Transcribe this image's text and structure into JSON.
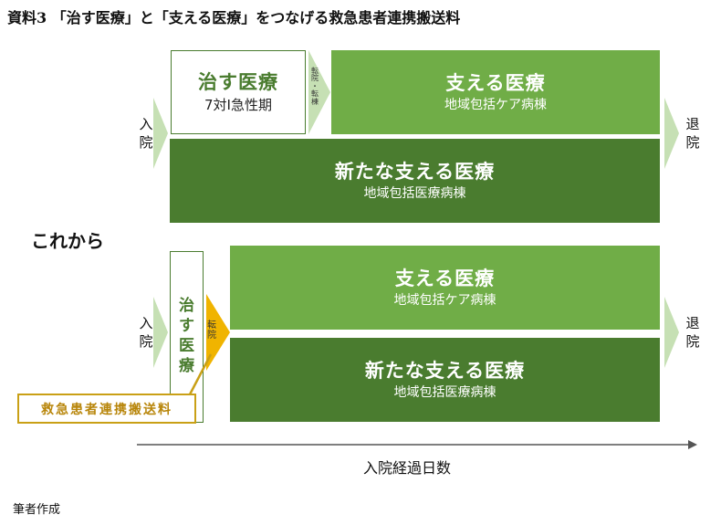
{
  "title": "資料3 「治す医療」と「支える医療」をつなげる救急患者連携搬送料",
  "colors": {
    "light_green": "#70ad47",
    "dark_green": "#4a7c2f",
    "arrow_green": "#c6e0b4",
    "gold": "#c9a016"
  },
  "top": {
    "admission_chars": [
      "入",
      "院"
    ],
    "discharge_chars": [
      "退",
      "院"
    ],
    "cure_box": {
      "title": "治す医療",
      "subtitle": "7対Ⅰ急性期"
    },
    "transfer_chars": [
      "転",
      "院",
      "・",
      "転",
      "棟"
    ],
    "support_box": {
      "title": "支える医療",
      "subtitle": "地域包括ケア病棟"
    },
    "new_box": {
      "title": "新たな支える医療",
      "subtitle": "地域包括医療病棟"
    }
  },
  "section_label": "これから",
  "bottom": {
    "admission_chars": [
      "入",
      "院"
    ],
    "discharge_chars": [
      "退",
      "院"
    ],
    "cure_chars": [
      "治",
      "す",
      "医",
      "療"
    ],
    "transfer_chars": [
      "転",
      "院"
    ],
    "support_box": {
      "title": "支える医療",
      "subtitle": "地域包括ケア病棟"
    },
    "new_box": {
      "title": "新たな支える医療",
      "subtitle": "地域包括医療病棟"
    },
    "callout": "救急患者連携搬送料"
  },
  "axis_label": "入院経過日数",
  "source": "筆者作成"
}
